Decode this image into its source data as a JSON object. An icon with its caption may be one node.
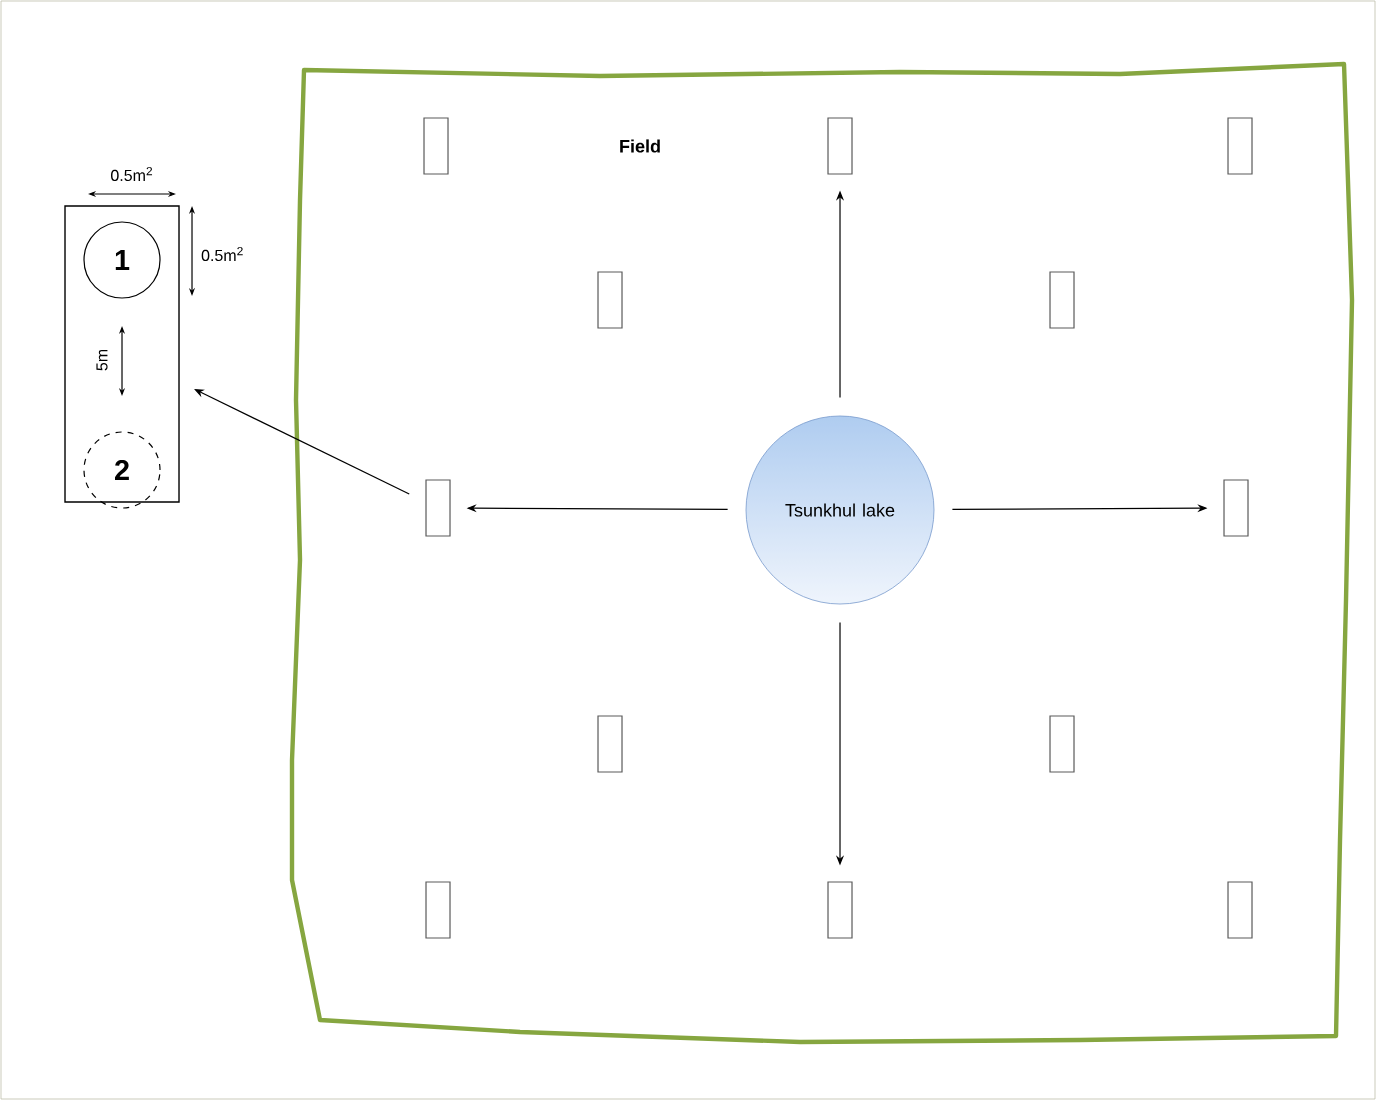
{
  "diagram": {
    "nodes": [
      {
        "text": [
          "Field"
        ]
      },
      {
        "text": [],
        "shape": "box"
      },
      {
        "text": [
          "1"
        ],
        "in": 1
      },
      {
        "text": [
          "2"
        ],
        "in": 1
      },
      {
        "text": [],
        "shape": "box",
        "in": 0
      },
      {
        "text": [],
        "shape": "box",
        "in": 0
      },
      {
        "text": [],
        "shape": "box",
        "in": 0
      },
      {
        "text": [],
        "shape": "box",
        "in": 0
      },
      {
        "text": [],
        "shape": "box",
        "in": 0
      },
      {
        "text": [],
        "shape": "box",
        "in": 0
      },
      {
        "text": [
          "Tsunkhul lake"
        ],
        "in": 0
      },
      {
        "text": [],
        "shape": "box",
        "in": 0
      },
      {
        "text": [],
        "shape": "box",
        "in": 0
      },
      {
        "text": [],
        "shape": "box",
        "in": 0
      },
      {
        "text": [],
        "shape": "box",
        "in": 0
      },
      {
        "text": [],
        "shape": "box",
        "in": 0
      },
      {
        "text": [],
        "shape": "box",
        "in": 0
      }
    ],
    "edges": [
      {
        "from": 10,
        "to": 5,
        "arrow": "to"
      },
      {
        "from": 10,
        "to": 9,
        "arrow": "to"
      },
      {
        "from": 10,
        "to": 11,
        "arrow": "to"
      },
      {
        "from": 10,
        "to": 15,
        "arrow": "to"
      },
      {
        "from": 9,
        "to": 1,
        "arrow": "to"
      }
    ],
    "labels": [
      "0.5m$^{2}$",
      "0.5m$^{2}$",
      "5m"
    ]
  }
}
